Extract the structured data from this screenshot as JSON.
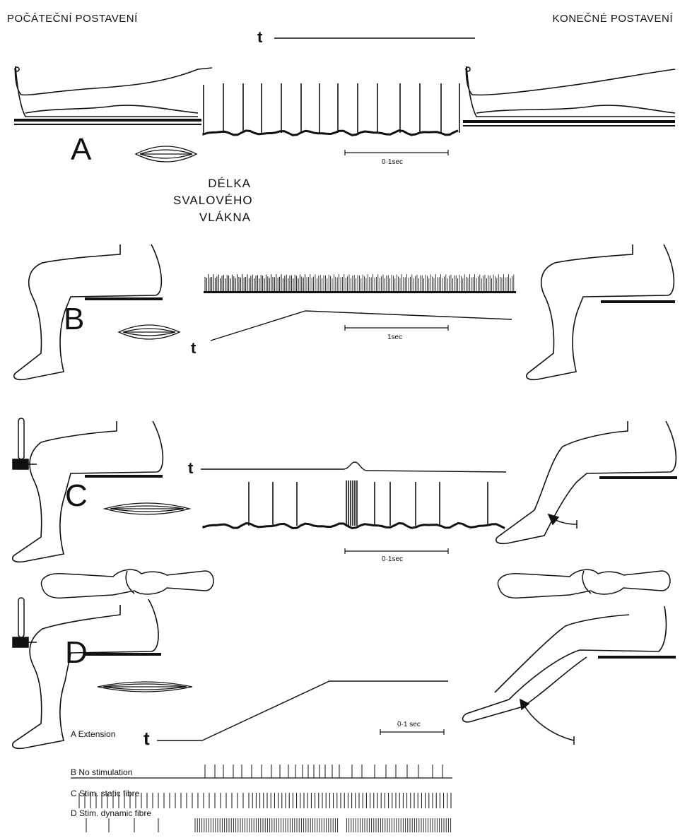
{
  "headers": {
    "initial_position": "POČÁTEČNÍ POSTAVENÍ",
    "final_position": "KONEČNÉ POSTAVENÍ"
  },
  "muscle_caption": [
    "DÉLKA",
    "SVALOVÉHO",
    "VLÁKNA"
  ],
  "panels": {
    "A": {
      "letter": "A",
      "time_label": "t",
      "scale": "0·1sec"
    },
    "B": {
      "letter": "B",
      "time_label": "t",
      "scale": "1sec"
    },
    "C": {
      "letter": "C",
      "time_label": "t",
      "scale": "0·1sec"
    },
    "D": {
      "letter": "D",
      "time_label": "t",
      "scale": "0·1 sec"
    }
  },
  "traces": {
    "extension": "A Extension",
    "no_stimulation": "B  No stimulation",
    "static_fibre": "C  Stim. static fibre",
    "dynamic_fibre": "D  Stim. dynamic fibre"
  }
}
